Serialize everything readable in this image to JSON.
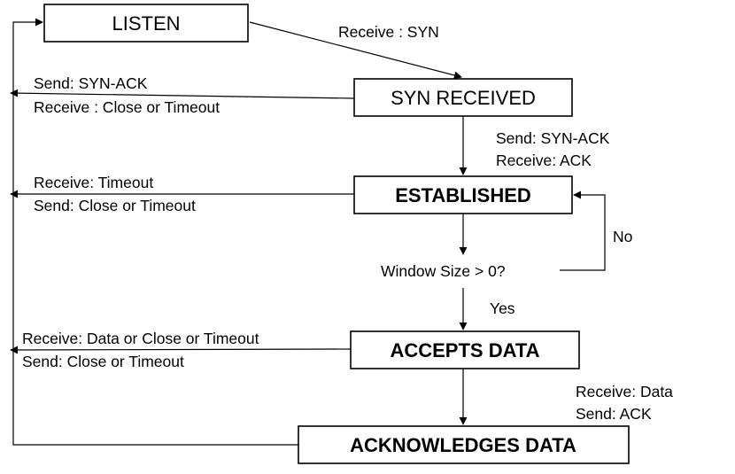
{
  "states": {
    "listen": "LISTEN",
    "syn_received": "SYN RECEIVED",
    "established": "ESTABLISHED",
    "accepts_data": "ACCEPTS DATA",
    "acknowledges_data": "ACKNOWLEDGES DATA"
  },
  "decision": {
    "window_size": "Window Size > 0?",
    "no": "No",
    "yes": "Yes"
  },
  "edges": {
    "listen_to_syn": [
      "Receive : SYN"
    ],
    "syn_to_established": [
      "Send: SYN-ACK",
      "Receive: ACK"
    ],
    "syn_exit": [
      "Send: SYN-ACK",
      "Receive : Close or Timeout"
    ],
    "established_exit": [
      "Receive: Timeout",
      "Send: Close or Timeout"
    ],
    "accepts_exit": [
      "Receive: Data or Close or Timeout",
      "Send: Close or Timeout"
    ],
    "accepts_to_ack": [
      "Receive: Data",
      "Send: ACK"
    ]
  }
}
